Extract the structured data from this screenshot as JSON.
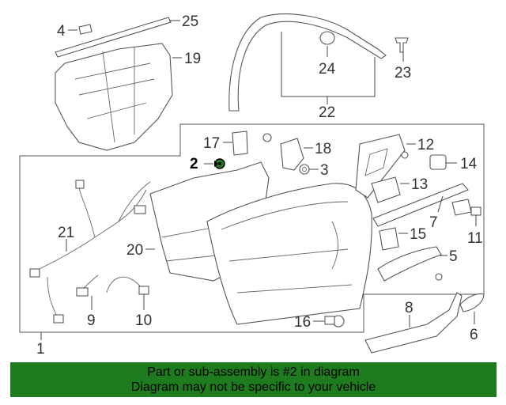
{
  "callouts": {
    "c1": "1",
    "c2": "2",
    "c3": "3",
    "c4": "4",
    "c5": "5",
    "c6": "6",
    "c7": "7",
    "c8": "8",
    "c9": "9",
    "c10": "10",
    "c11": "11",
    "c12": "12",
    "c13": "13",
    "c14": "14",
    "c15": "15",
    "c16": "16",
    "c17": "17",
    "c18": "18",
    "c19": "19",
    "c20": "20",
    "c21": "21",
    "c22": "22",
    "c23": "23",
    "c24": "24",
    "c25": "25"
  },
  "highlight_part": "2",
  "colors": {
    "banner": "#1e7b1e",
    "highlight_part_fill": "#1e7b1e"
  },
  "banner": {
    "line1": "Part or sub-assembly is #2 in diagram",
    "line2": "Diagram may not be specific to your vehicle"
  }
}
